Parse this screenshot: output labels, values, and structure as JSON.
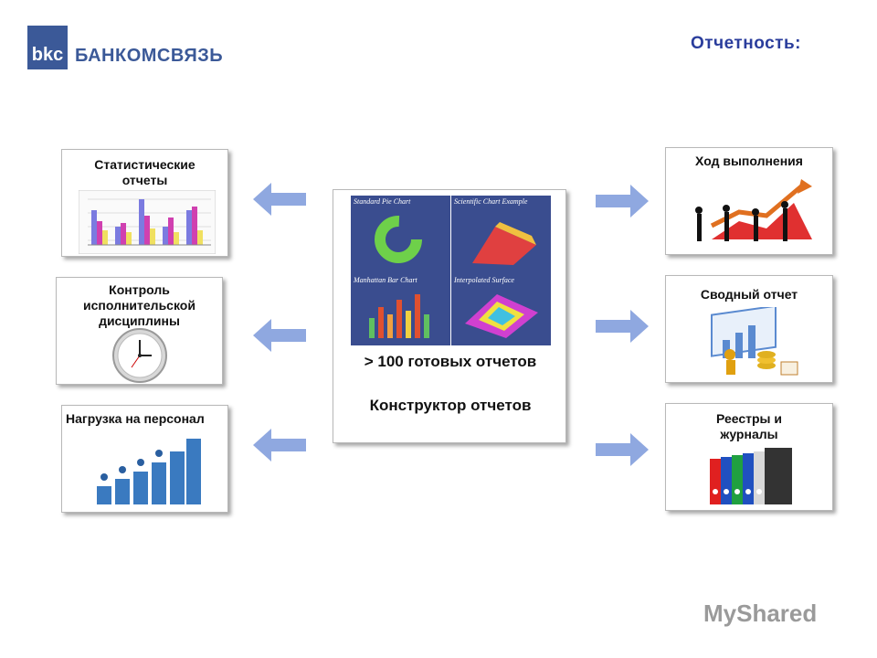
{
  "header": {
    "logo_mark": "bkc",
    "logo_text": "БАНКОМСВЯЗЬ",
    "title": "Отчетность:"
  },
  "left_cards": {
    "stats_title": "Статистические отчеты",
    "control_title": "Контроль исполнительской дисциплины",
    "load_title": "Нагрузка на персонал"
  },
  "center": {
    "thumb1": "Standard Pie Chart",
    "thumb2": "Scientific Chart Example",
    "thumb3": "Manhattan Bar Chart",
    "thumb4": "Interpolated Surface",
    "line1": "> 100 готовых отчетов",
    "line2": "Конструктор отчетов"
  },
  "right_cards": {
    "progress_title": "Ход выполнения",
    "summary_title": "Сводный отчет",
    "registers_title": "Реестры и журналы"
  },
  "watermark": {
    "text": "MyShared"
  },
  "colors": {
    "brand": "#3b5998",
    "title": "#2a3d9c",
    "arrow": "#8fa8e0"
  }
}
